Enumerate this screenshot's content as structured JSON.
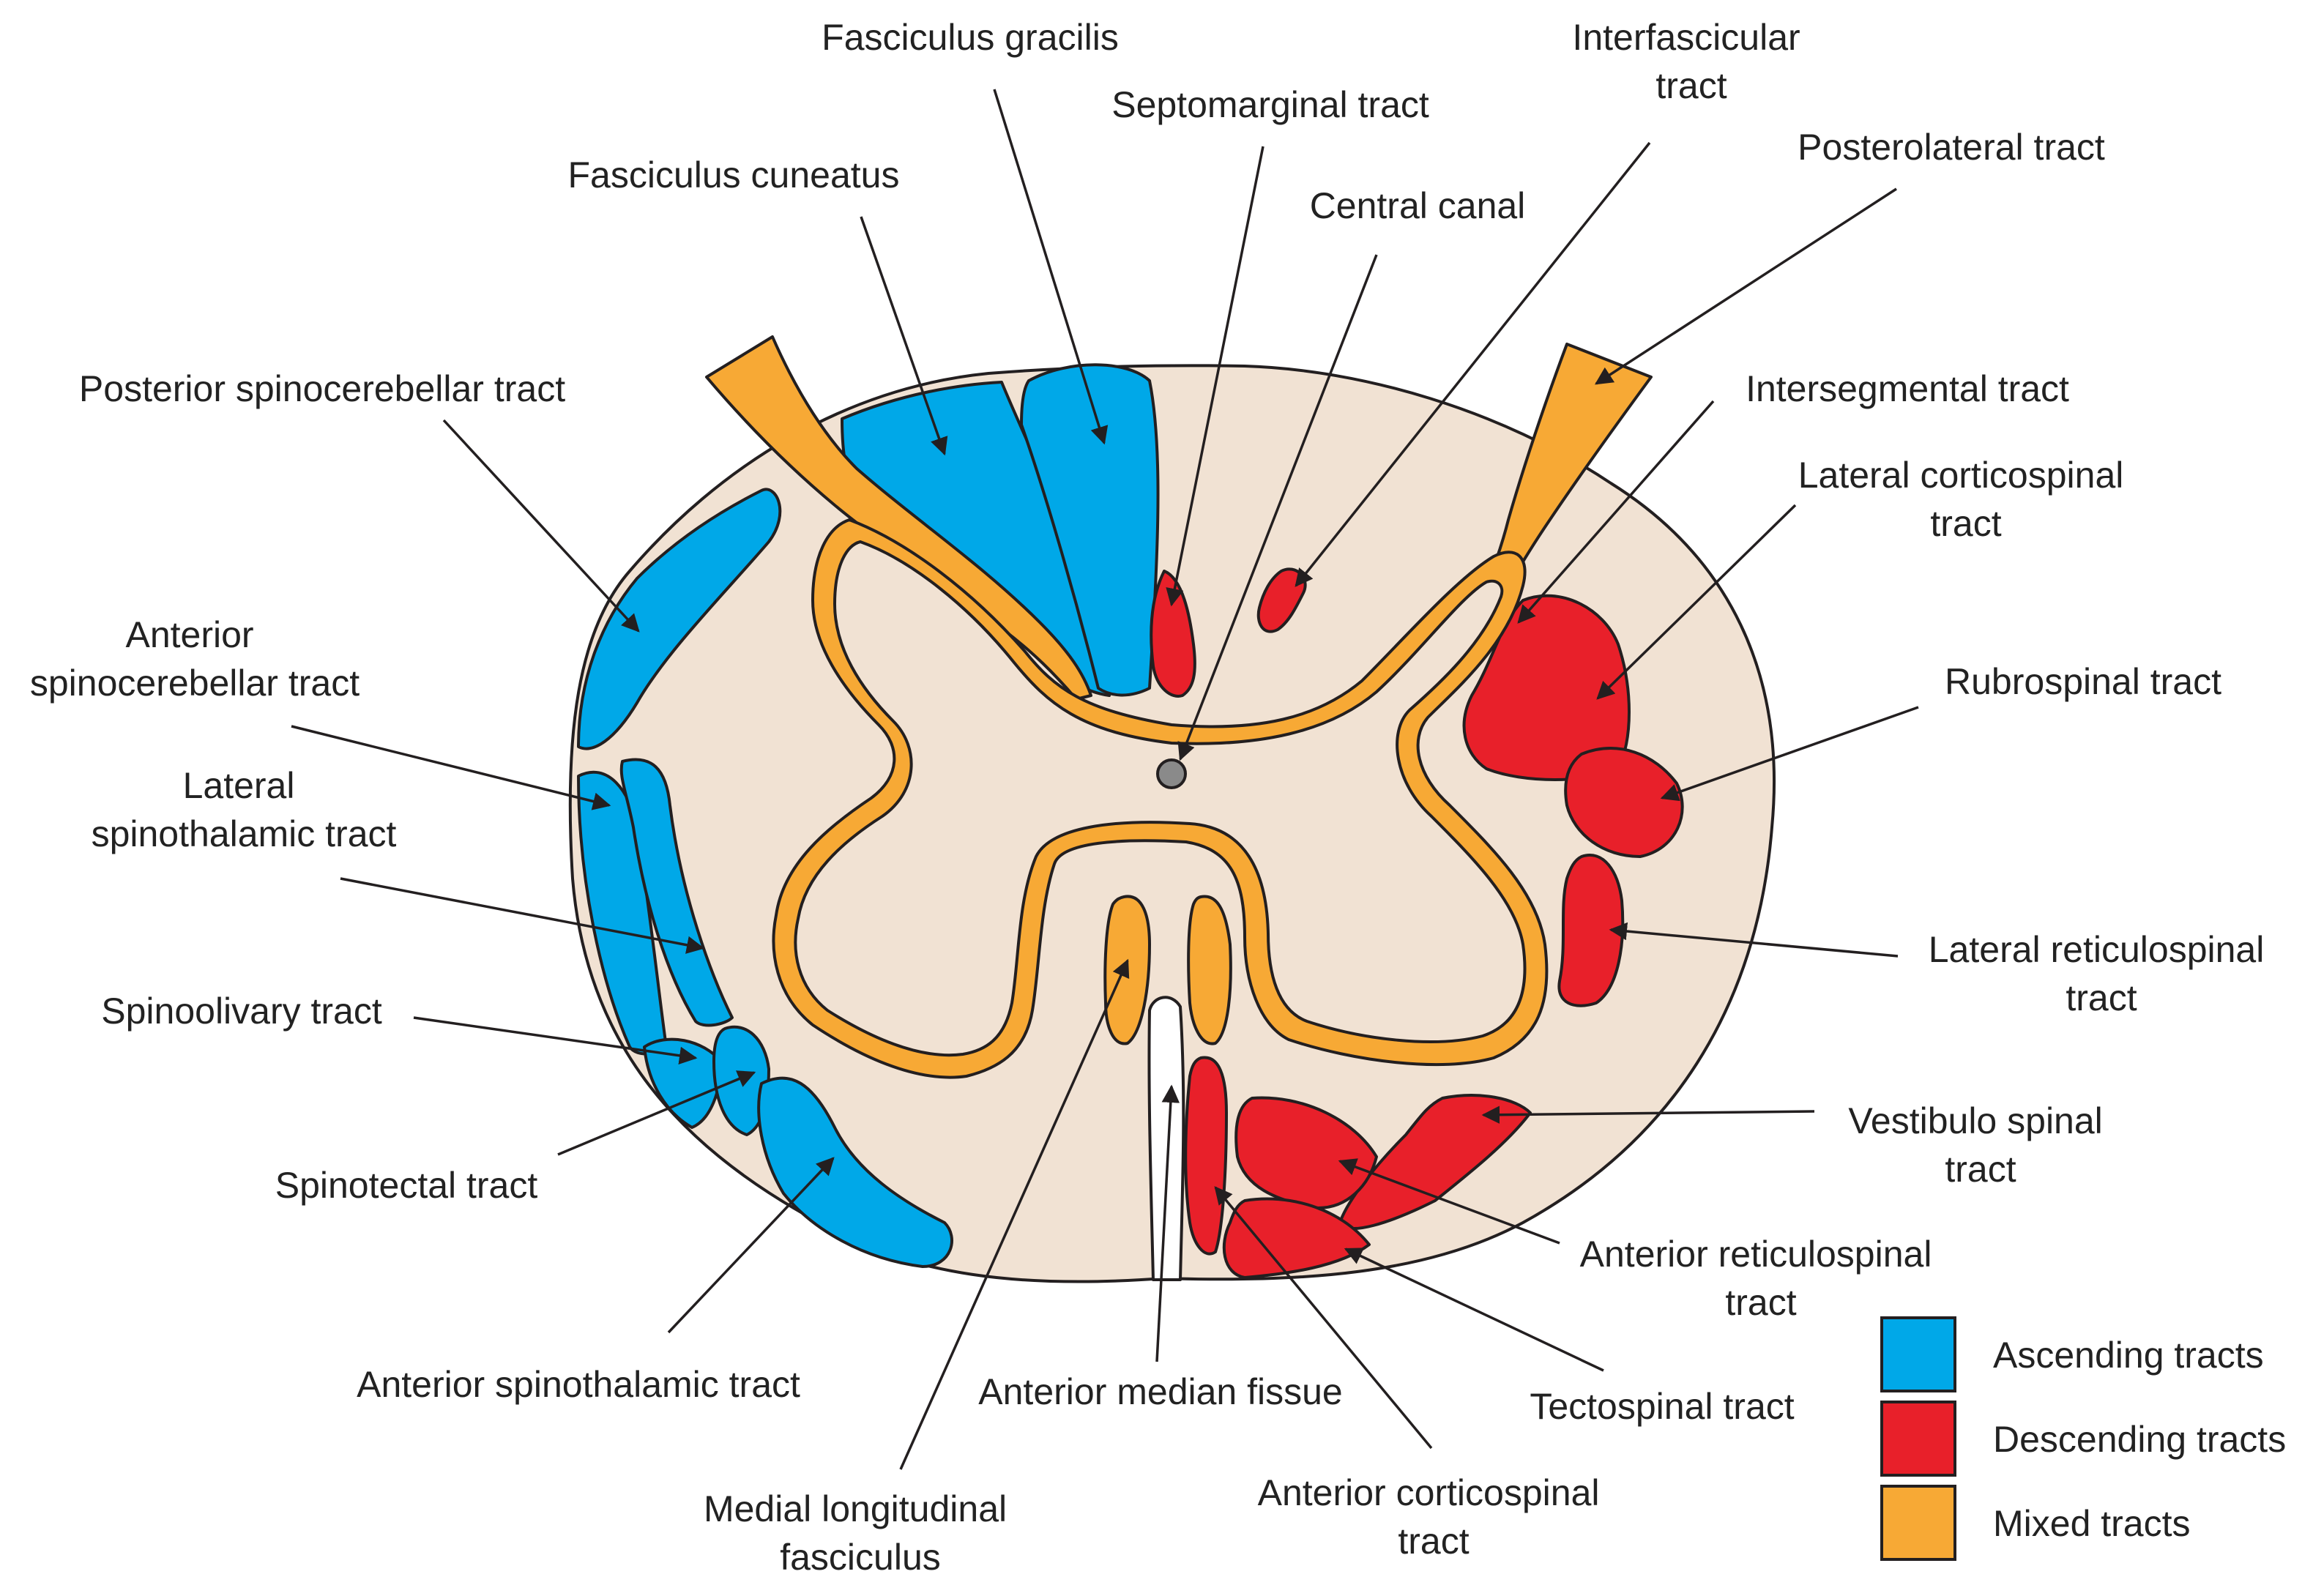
{
  "colors": {
    "ascending": "#00a8e8",
    "descending": "#e8202a",
    "mixed": "#f7a935",
    "white_matter": "#f1e2d3",
    "canal": "#8a8a8a",
    "outline": "#231f20"
  },
  "labels": {
    "fasciculus_gracilis": [
      "Fasciculus gracilis"
    ],
    "interfascicular": [
      "Interfascicular",
      "tract"
    ],
    "septomarginal": [
      "Septomarginal tract"
    ],
    "posterolateral": [
      "Posterolateral tract"
    ],
    "fasciculus_cuneatus": [
      "Fasciculus cuneatus"
    ],
    "central_canal": [
      "Central canal"
    ],
    "posterior_spinocerebellar": [
      "Posterior spinocerebellar tract"
    ],
    "intersegmental": [
      "Intersegmental tract"
    ],
    "lateral_corticospinal": [
      "Lateral corticospinal",
      "tract"
    ],
    "anterior_spinocerebellar": [
      "Anterior",
      "spinocerebellar tract"
    ],
    "rubrospinal": [
      "Rubrospinal tract"
    ],
    "lateral_spinothalamic": [
      "Lateral",
      "spinothalamic tract"
    ],
    "lateral_reticulospinal": [
      "Lateral reticulospinal",
      "tract"
    ],
    "spinoolivary": [
      "Spinoolivary tract"
    ],
    "vestibulo_spinal": [
      "Vestibulo spinal",
      "tract"
    ],
    "spinotectal": [
      "Spinotectal tract"
    ],
    "anterior_reticulospinal": [
      "Anterior reticulospinal",
      "tract"
    ],
    "anterior_spinothalamic": [
      "Anterior spinothalamic tract"
    ],
    "anterior_median_fissue": [
      "Anterior median fissue"
    ],
    "tectospinal": [
      "Tectospinal tract"
    ],
    "medial_longitudinal": [
      "Medial longitudinal",
      "fasciculus"
    ],
    "anterior_corticospinal": [
      "Anterior corticospinal",
      "tract"
    ]
  },
  "legend": [
    {
      "label": "Ascending tracts",
      "color": "#00a8e8"
    },
    {
      "label": "Descending tracts",
      "color": "#e8202a"
    },
    {
      "label": "Mixed tracts",
      "color": "#f7a935"
    }
  ]
}
